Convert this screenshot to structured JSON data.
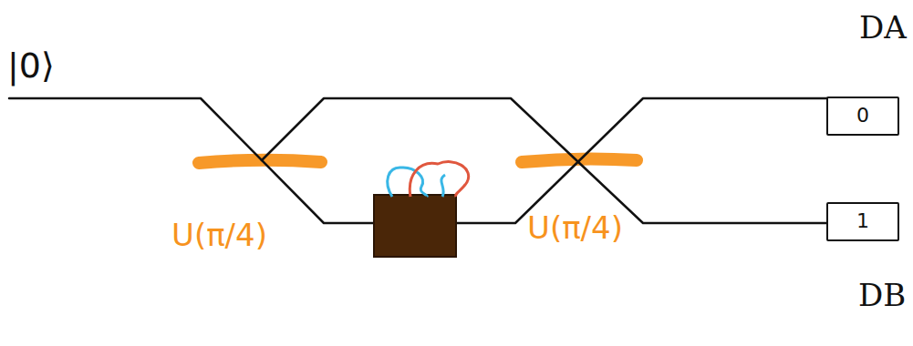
{
  "diagram": {
    "nodes": [
      {
        "text": [
          "DA",
          "0"
        ]
      },
      {
        "text": [
          "1",
          "DB"
        ]
      }
    ],
    "labels": [
      "|0⟩",
      "U(π/4)",
      "U(π/4)"
    ]
  }
}
